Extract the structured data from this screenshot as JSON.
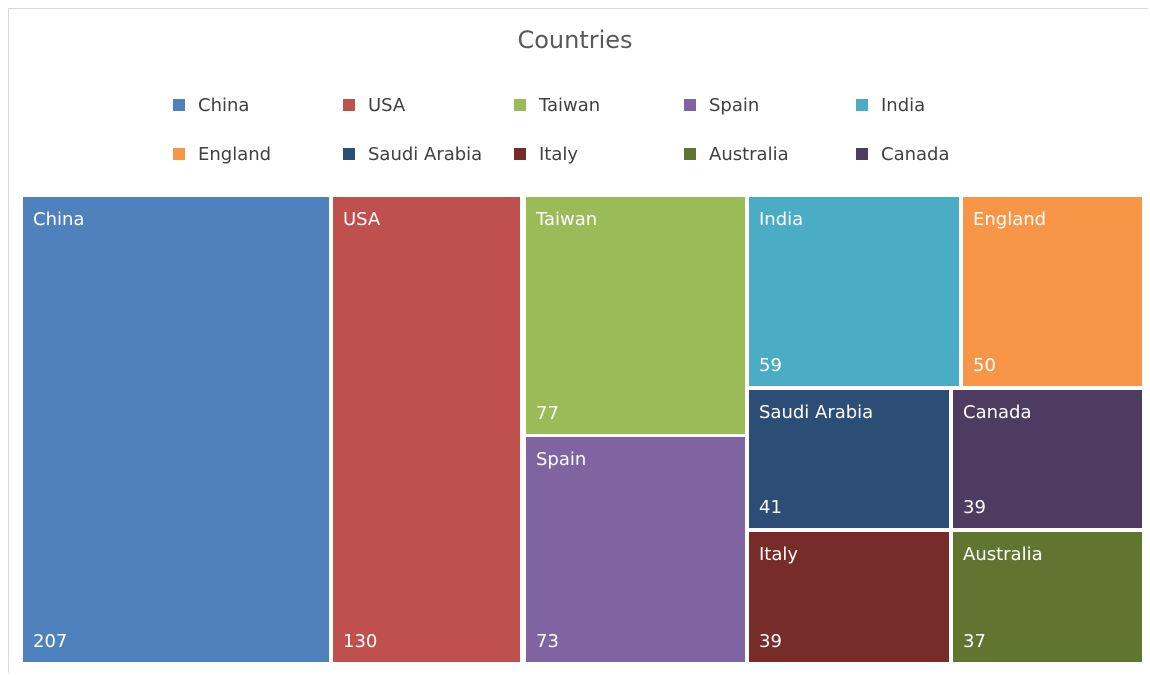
{
  "chart_data": {
    "type": "treemap",
    "title": "Countries",
    "legend_position": "top",
    "series": [
      {
        "name": "China",
        "value": 207,
        "color": "#4f81bd"
      },
      {
        "name": "USA",
        "value": 130,
        "color": "#c0504d"
      },
      {
        "name": "Taiwan",
        "value": 77,
        "color": "#9bbb59"
      },
      {
        "name": "Spain",
        "value": 73,
        "color": "#8064a2"
      },
      {
        "name": "India",
        "value": 59,
        "color": "#4bacc6"
      },
      {
        "name": "England",
        "value": 50,
        "color": "#f79646"
      },
      {
        "name": "Saudi Arabia",
        "value": 41,
        "color": "#2c4d75"
      },
      {
        "name": "Italy",
        "value": 39,
        "color": "#772c2a"
      },
      {
        "name": "Australia",
        "value": 37,
        "color": "#5f7530"
      },
      {
        "name": "Canada",
        "value": 39,
        "color": "#4d3b62"
      }
    ]
  }
}
